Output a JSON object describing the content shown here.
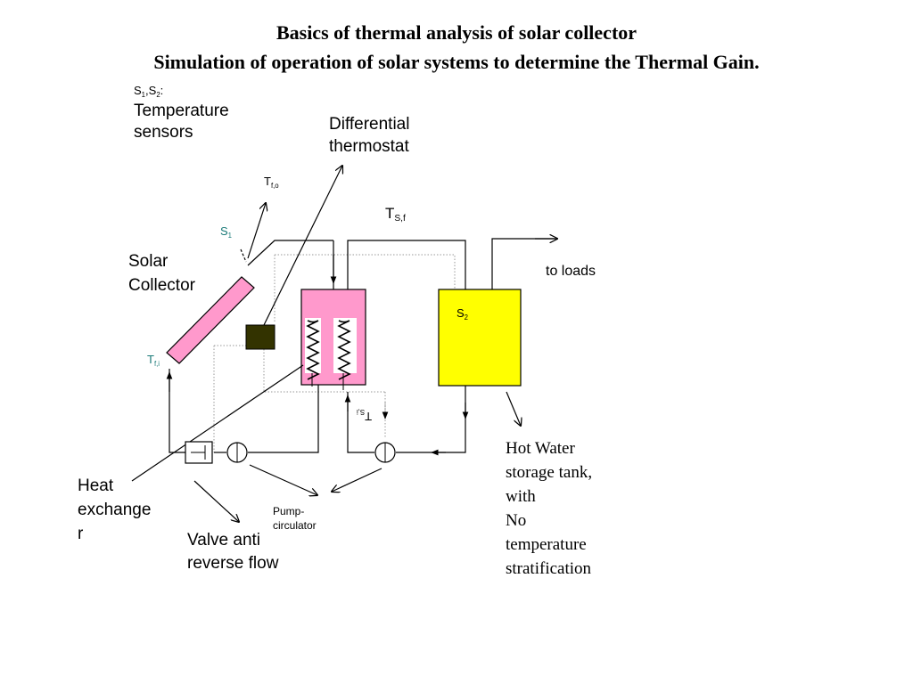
{
  "title_line1": "Basics of thermal analysis of solar collector",
  "title_line2": "Simulation of operation of solar systems to determine the Thermal Gain.",
  "sensors_label": {
    "main": "S",
    "sub1": "1",
    "sep": ",S",
    "sub2": "2",
    "colon": ":",
    "line1": "Temperature",
    "line2": "sensors"
  },
  "thermostat_label": {
    "line1": "Differential",
    "line2": "thermostat"
  },
  "tfo_label": {
    "main": "T",
    "sub": "f,o"
  },
  "tsf_label": {
    "main": "T",
    "sub": "S,f"
  },
  "s1_label": {
    "main": "S",
    "sub": "1"
  },
  "collector_label": {
    "line1": "Solar",
    "line2": "Collector"
  },
  "loads_label": "to loads",
  "s2_label": {
    "main": "S",
    "sub": "2"
  },
  "tfi_label": {
    "main": "T",
    "sub": "f,i"
  },
  "tsi_label": {
    "main": "T",
    "sub": "S,i"
  },
  "tank_label": {
    "line1": "Hot Water",
    "line2": "storage tank,",
    "line3": "with",
    "line4": "No",
    "line5": "temperature",
    "line6": "stratification"
  },
  "hx_label": {
    "line1": "Heat",
    "line2": "exchange",
    "line3": "r"
  },
  "pump_label": {
    "line1": "Pump-",
    "line2": "circulator"
  },
  "valve_label": {
    "line1": "Valve anti",
    "line2": "reverse flow"
  },
  "colors": {
    "collector": "#ff99cc",
    "storage_tank": "#ffff00",
    "thermostat": "#333300",
    "sensor_text": "#1a7a78"
  }
}
